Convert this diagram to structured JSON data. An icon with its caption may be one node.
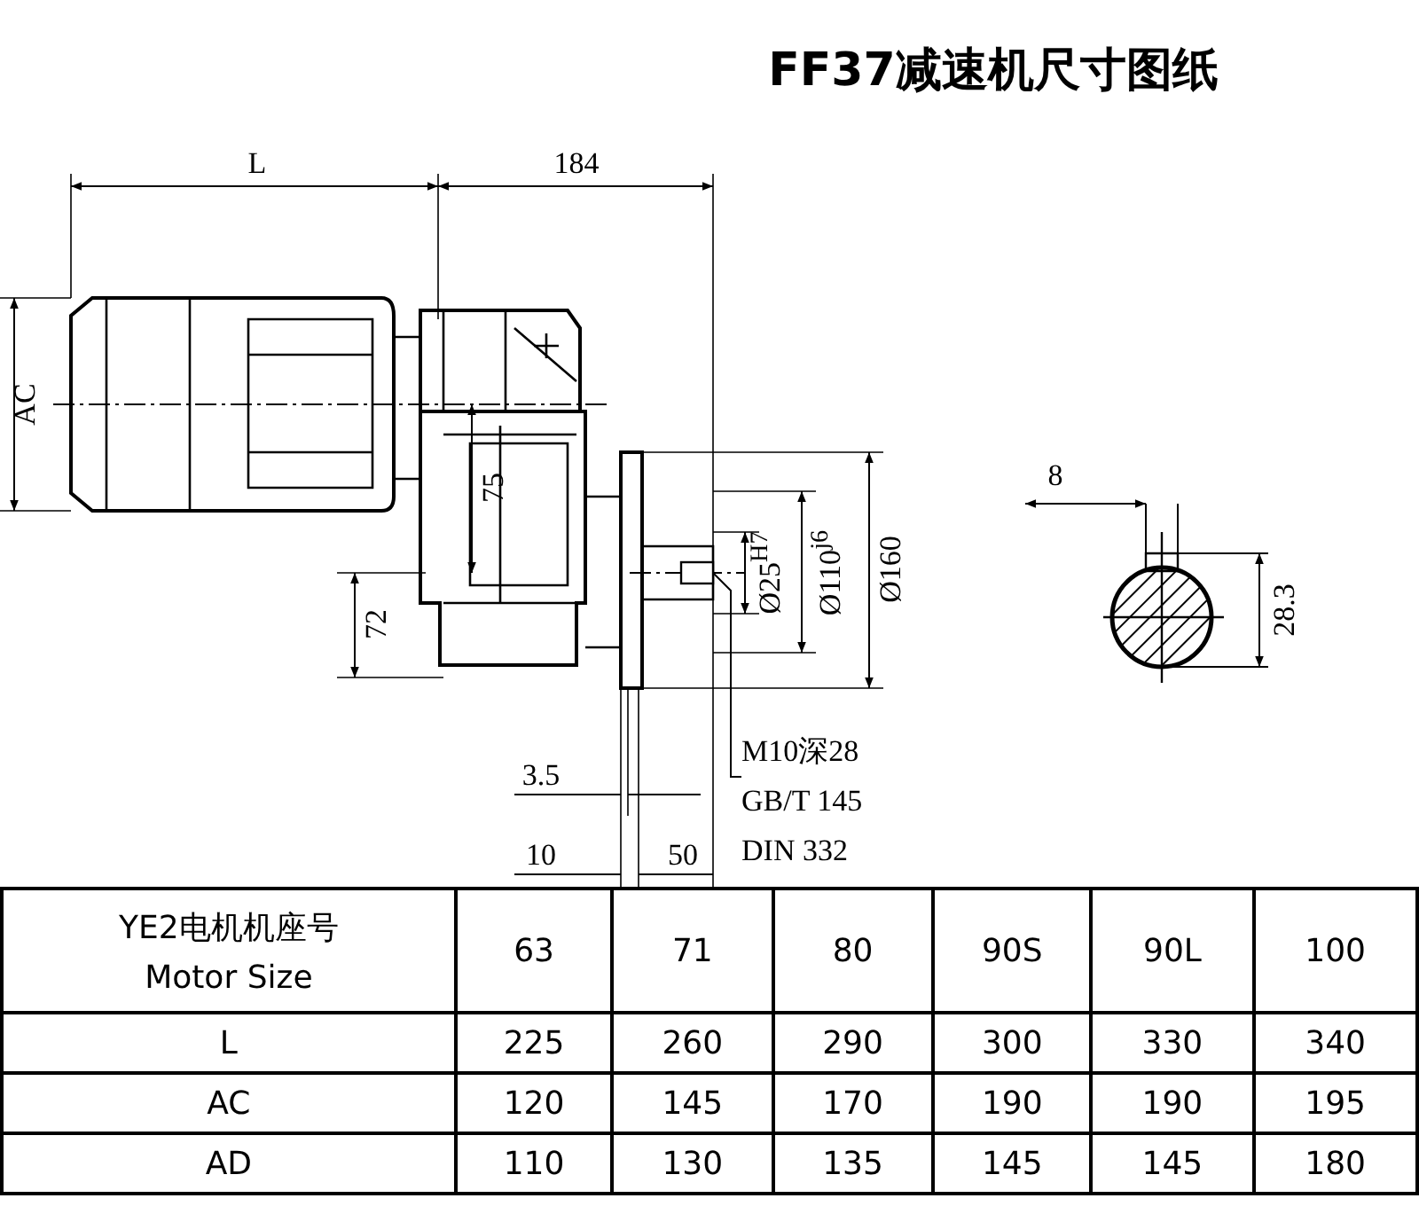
{
  "diagram": {
    "title": "FF37减速机尺寸图纸",
    "nodes": [
      {
        "text": [
          "M10深28 GB/T 145 DIN 332"
        ]
      },
      {
        "text": [],
        "shape": "box"
      }
    ],
    "edges": [
      {
        "from": 0,
        "to": 1,
        "arrow": "none"
      }
    ],
    "labels": [
      "L",
      "184",
      "AC",
      "75",
      "72",
      "Ø25$^{H7}$",
      "Ø110$^{j6}$",
      "Ø160",
      "3.5",
      "10",
      "50",
      "8",
      "28.3",
      "YE2电机机座号",
      "Motor Size",
      "63",
      "71",
      "80",
      "90S",
      "90L",
      "100",
      "L",
      "225",
      "260",
      "290",
      "300",
      "330",
      "340",
      "AC",
      "120",
      "145",
      "170",
      "190",
      "190",
      "195",
      "AD",
      "110",
      "130",
      "135",
      "145",
      "145",
      "180"
    ]
  }
}
